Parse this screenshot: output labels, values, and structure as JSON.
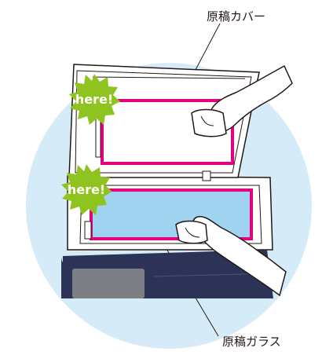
{
  "labels": {
    "cover": "原稿カバー",
    "glass": "原稿ガラス"
  },
  "badges": [
    {
      "text": "here!"
    },
    {
      "text": "here!"
    }
  ],
  "colors": {
    "circle_bg": "#d6ebf8",
    "outline": "#231815",
    "highlight": "#e4007f",
    "glass": "#9fd3ef",
    "badge_fill": "#8fc31f",
    "badge_text": "#ffffff",
    "panel": "#2c3357",
    "screen": "#7c7f84",
    "skin": "#ffffff"
  }
}
